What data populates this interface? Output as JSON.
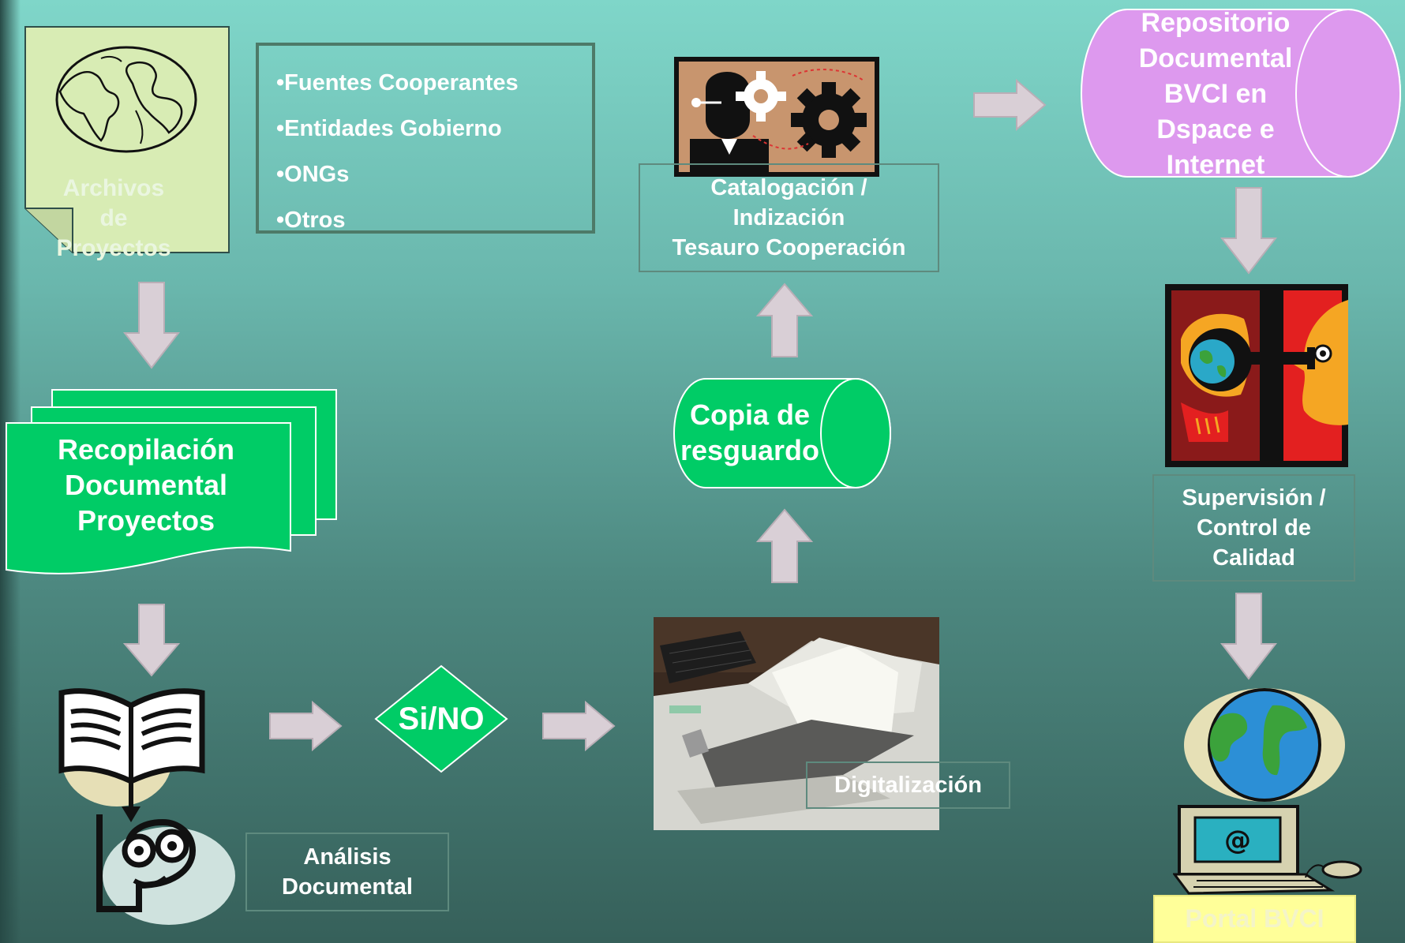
{
  "title_partial": "",
  "nodes": {
    "archivos": {
      "line1": "Archivos",
      "line2": "de",
      "line3": "Proyectos"
    },
    "sources": {
      "items": [
        "•Fuentes Cooperantes",
        "•Entidades Gobierno",
        "•ONGs",
        "•Otros"
      ]
    },
    "recopilacion": {
      "line1": "Recopilación",
      "line2": "Documental",
      "line3": "Proyectos"
    },
    "analisis": {
      "line1": "Análisis",
      "line2": "Documental"
    },
    "decision": {
      "label": "Si/NO"
    },
    "digitalizacion": {
      "label": "Digitalización"
    },
    "copia": {
      "line1": "Copia de",
      "line2": "resguardo"
    },
    "catalogacion": {
      "line1": "Catalogación /",
      "line2": "Indización",
      "line3": "Tesauro Cooperación"
    },
    "repositorio": {
      "line1": "Repositorio",
      "line2": "Documental",
      "line3": "BVCI en",
      "line4": "Dspace e",
      "line5": "Internet"
    },
    "supervision": {
      "line1": "Supervisión /",
      "line2": "Control de",
      "line3": "Calidad"
    },
    "portal": {
      "label": "Portal BVCI"
    }
  },
  "colors": {
    "flow_green": "#00cc66",
    "repo_violet": "#dd99ee",
    "note_green": "#d8ecb4",
    "arrow_fill": "#d9cfd6",
    "portal_yellow": "#ffff99"
  },
  "icons": [
    "globe-icon",
    "gears-man-icon",
    "book-reader-icon",
    "scanner-photo",
    "telescope-icon",
    "computer-globe-icon"
  ]
}
